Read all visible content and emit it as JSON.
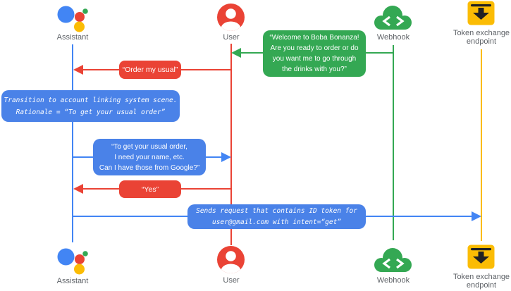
{
  "colors": {
    "blue": "#4285f4",
    "blue_box": "#4a82e8",
    "red": "#ea4335",
    "green": "#34a853",
    "yellow": "#fbbc04",
    "label_gray": "#5f6368",
    "icon_glyph_dark": "#202124",
    "background": "#ffffff"
  },
  "actors": {
    "assistant": {
      "label": "Assistant"
    },
    "user": {
      "label": "User"
    },
    "webhook": {
      "label": "Webhook"
    },
    "token_endpoint": {
      "label": "Token exchange\nendpoint"
    }
  },
  "messages": {
    "welcome": {
      "text": "“Welcome to Boba Bonanza!\nAre you ready to order or do\nyou want me to go through\nthe drinks with you?”",
      "from": "Webhook",
      "to": "User",
      "color": "#34a853"
    },
    "order_usual": {
      "text": "“Order my usual”",
      "from": "User",
      "to": "Assistant",
      "color": "#ea4335"
    },
    "transition_note": {
      "text": "Transition to account linking system scene.\nRationale = “To get your usual order”",
      "attached_to": "Assistant",
      "color": "#4a82e8"
    },
    "need_info": {
      "text": "“To get your usual order,\nI need your name, etc.\nCan I have those from Google?”",
      "from": "Assistant",
      "to": "User",
      "color": "#4a82e8"
    },
    "yes": {
      "text": "“Yes”",
      "from": "User",
      "to": "Assistant",
      "color": "#ea4335"
    },
    "sends_request": {
      "text": "Sends request that contains ID token for\nuser@gmail.com with intent=“get”",
      "from": "Assistant",
      "to": "Token exchange endpoint",
      "color": "#4a82e8"
    }
  }
}
